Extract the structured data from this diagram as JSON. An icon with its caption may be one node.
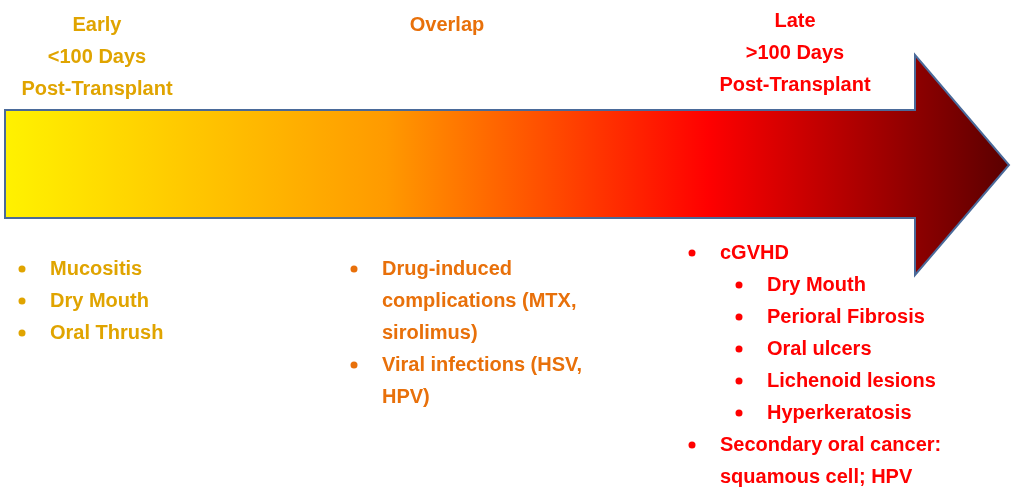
{
  "diagram": {
    "labels": [
      "Early",
      "<100 Days",
      "Post-Transplant",
      "Overlap",
      "Late",
      ">100 Days",
      "Post-Transplant",
      "Mucositis",
      "Dry Mouth",
      "Oral Thrush",
      "Drug-induced complications (MTX, sirolimus)",
      "Viral infections (HSV, HPV)",
      "cGVHD",
      "Dry Mouth",
      "Perioral Fibrosis",
      "Oral ulcers",
      "Lichenoid lesions",
      "Hyperkeratosis",
      "Secondary oral cancer: squamous cell; HPV"
    ]
  }
}
